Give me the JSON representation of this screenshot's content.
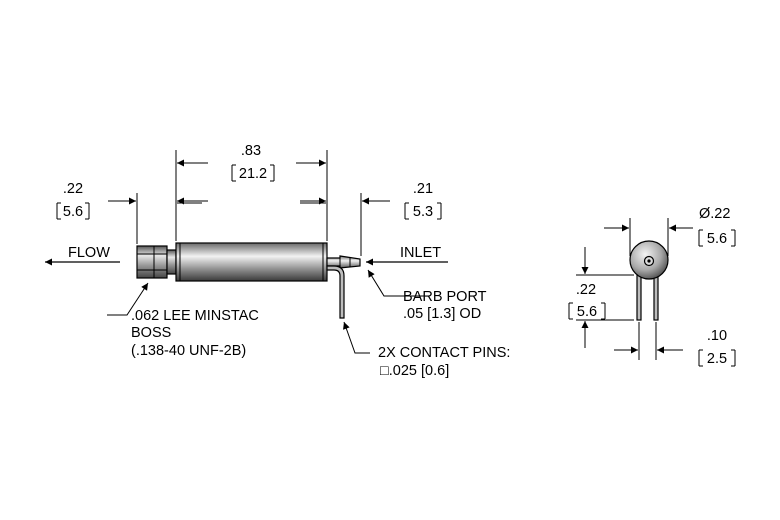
{
  "side_view": {
    "dim_body_length_in": ".83",
    "dim_body_length_mm": "21.2",
    "dim_boss_length_in": ".22",
    "dim_boss_length_mm": "5.6",
    "dim_barb_length_in": ".21",
    "dim_barb_length_mm": "5.3",
    "flow_label": "FLOW",
    "inlet_label": "INLET",
    "boss_note": [
      ".062 LEE MINSTAC",
      "BOSS",
      "(.138-40 UNF-2B)"
    ],
    "barb_note": [
      "BARB PORT",
      ".05 [1.3] OD"
    ],
    "pins_note": [
      "2X CONTACT PINS:",
      "□.025 [0.6]"
    ]
  },
  "end_view": {
    "dim_diameter_in": "Ø.22",
    "dim_diameter_mm": "5.6",
    "dim_pin_height_in": ".22",
    "dim_pin_height_mm": "5.6",
    "dim_pin_spacing_in": ".10",
    "dim_pin_spacing_mm": "2.5"
  }
}
